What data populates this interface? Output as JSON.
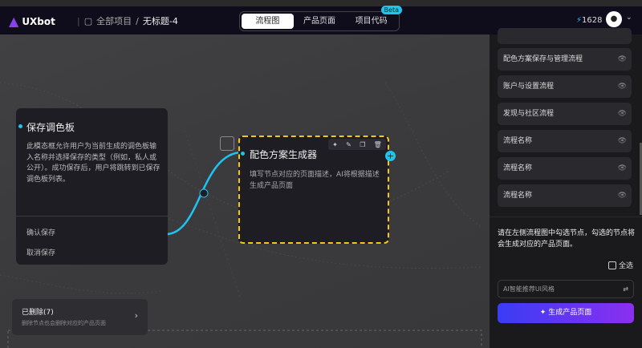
{
  "header": {
    "logo": "UXbot",
    "breadcrumb_root": "全部项目",
    "breadcrumb_current": "无标题-4",
    "tabs": [
      "流程图",
      "产品页面",
      "项目代码"
    ],
    "beta": "Beta",
    "credits": "1628"
  },
  "node1": {
    "title": "保存调色板",
    "desc": "此模态框允许用户为当前生成的调色板输入名称并选择保存的类型（例如，私人或公开）。成功保存后，用户将跳转到已保存调色板列表。",
    "actions": [
      "确认保存",
      "取消保存"
    ]
  },
  "node2": {
    "title": "配色方案生成器",
    "desc": "填写节点对应的页面描述，AI将根据描述生成产品页面"
  },
  "deleted": {
    "title": "已删除(7)",
    "sub": "删除节点也会删除对应的产品页面"
  },
  "sidebar": {
    "items": [
      "配色方案保存与管理流程",
      "账户与设置流程",
      "发现与社区流程",
      "流程名称",
      "流程名称",
      "流程名称"
    ],
    "hint": "请在左侧流程图中勾选节点，勾选的节点将会生成对应的产品页面。",
    "select_all": "全选",
    "style_placeholder": "AI智能推荐UI风格",
    "generate": "生成产品页面"
  },
  "colors": {
    "accent": "#1ec3f0",
    "selected": "#f5c518",
    "gradient_start": "#3a3cf5",
    "gradient_end": "#8b2ff0"
  }
}
